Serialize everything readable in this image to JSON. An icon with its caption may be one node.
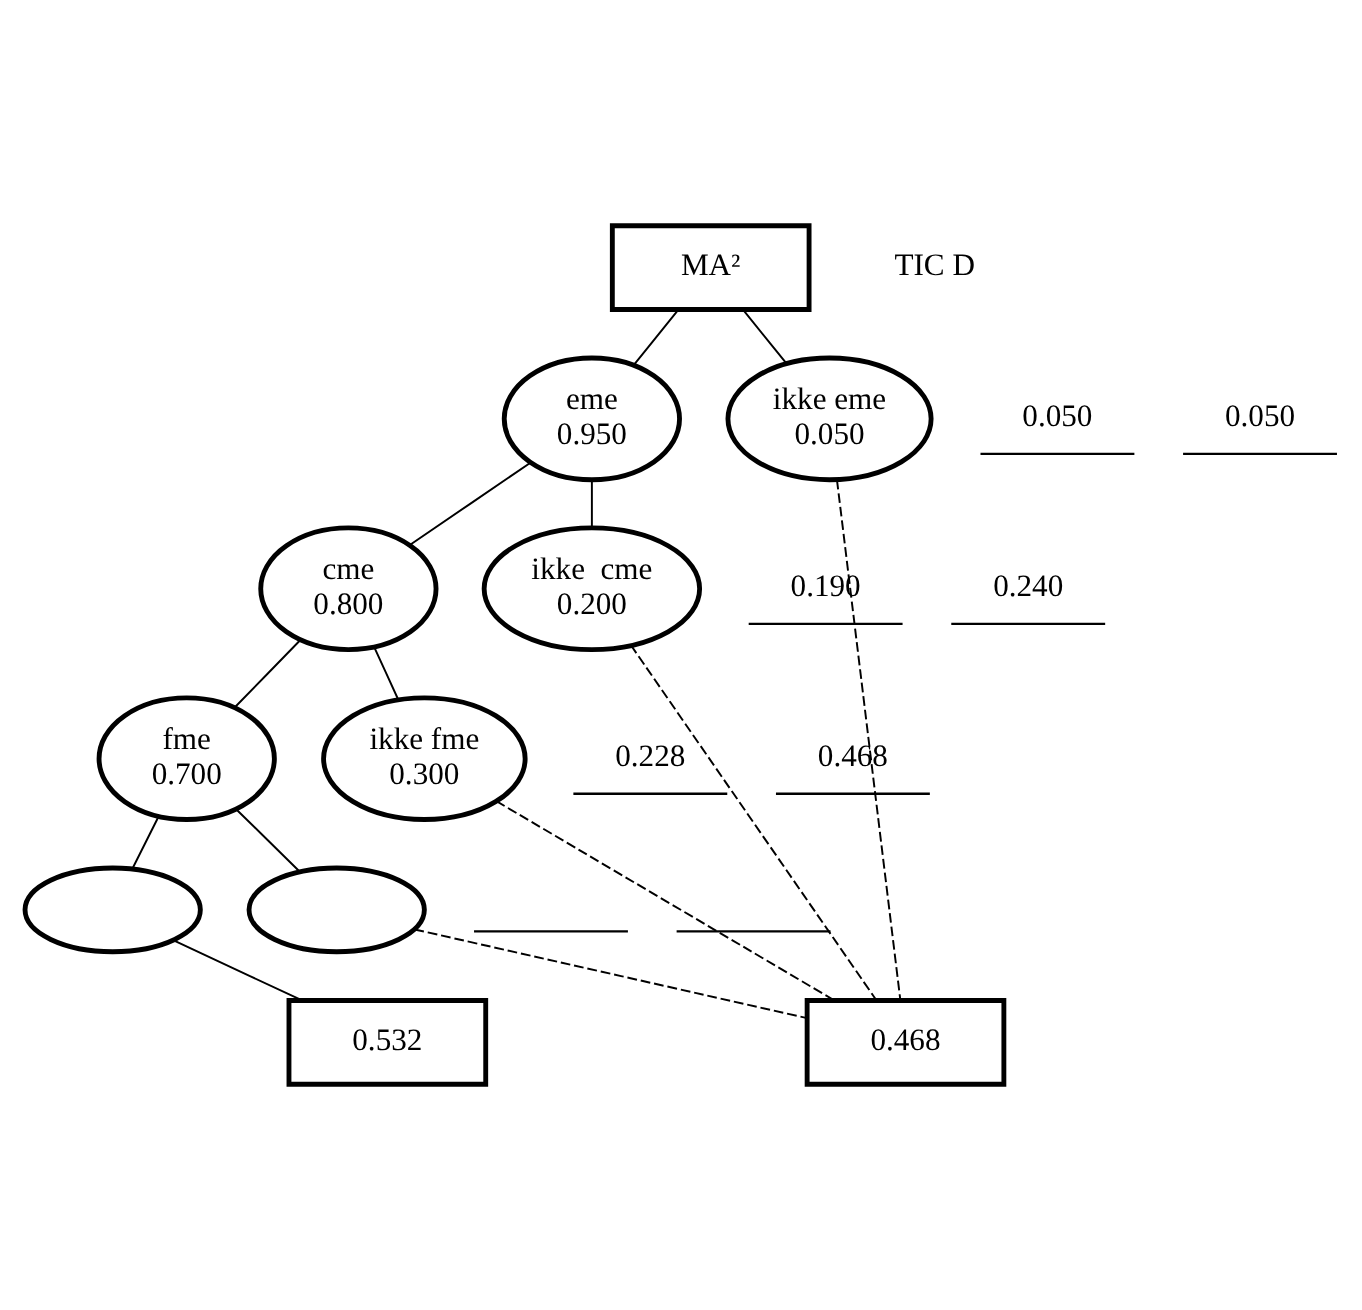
{
  "diagram": {
    "nodes": [
      {
        "text": [
          "MA²"
        ]
      },
      {
        "text": [
          "eme",
          "0.950"
        ]
      },
      {
        "text": [
          "ikke eme",
          "0.050"
        ]
      },
      {
        "text": [
          "cme",
          "0.800"
        ]
      },
      {
        "text": [
          "ikke  cme",
          "0.200"
        ]
      },
      {
        "text": [
          "fme",
          "0.700"
        ]
      },
      {
        "text": [
          "ikke fme",
          "0.300"
        ]
      },
      {
        "text": [],
        "shape": "ellipse"
      },
      {
        "text": [],
        "shape": "ellipse"
      },
      {
        "text": [
          "0.532"
        ]
      },
      {
        "text": [
          "0.468"
        ]
      }
    ],
    "edges": [
      {
        "from": 0,
        "to": 1,
        "arrow": "none"
      },
      {
        "from": 0,
        "to": 2,
        "arrow": "none"
      },
      {
        "from": 1,
        "to": 3,
        "arrow": "none"
      },
      {
        "from": 1,
        "to": 4,
        "arrow": "none"
      },
      {
        "from": 3,
        "to": 5,
        "arrow": "none"
      },
      {
        "from": 3,
        "to": 6,
        "arrow": "none"
      },
      {
        "from": 5,
        "to": 7,
        "arrow": "none"
      },
      {
        "from": 5,
        "to": 8,
        "arrow": "none"
      },
      {
        "from": 7,
        "to": 9,
        "arrow": "none"
      },
      {
        "from": 2,
        "to": 10,
        "arrow": "none",
        "style": "dashed"
      },
      {
        "from": 4,
        "to": 10,
        "arrow": "none",
        "style": "dashed"
      },
      {
        "from": 6,
        "to": 10,
        "arrow": "none",
        "style": "dashed"
      },
      {
        "from": 8,
        "to": 10,
        "arrow": "none",
        "style": "dashed"
      }
    ],
    "labels": [
      "TIC D",
      "0.050",
      "0.050",
      "0.190",
      "0.240",
      "0.228",
      "0.468"
    ]
  }
}
